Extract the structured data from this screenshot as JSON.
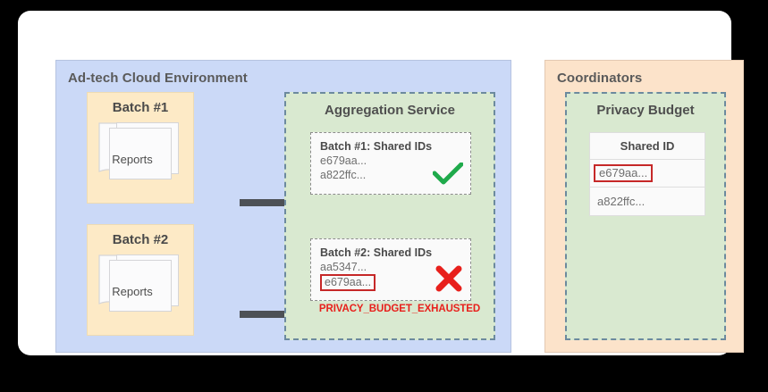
{
  "diagram": {
    "adtech_panel": {
      "title": "Ad-tech Cloud Environment",
      "fill_color": "#cbd9f7",
      "batches": [
        {
          "label": "Batch #1",
          "doc_label": "Reports"
        },
        {
          "label": "Batch #2",
          "doc_label": "Reports"
        }
      ],
      "aggregation_service": {
        "title": "Aggregation Service",
        "fill_color": "#d9e9d0",
        "cards": [
          {
            "heading": "Batch #1: Shared IDs",
            "ids": [
              {
                "text": "e679aa...",
                "flagged": false
              },
              {
                "text": "a822ffc...",
                "flagged": false
              }
            ],
            "status": "check-mark",
            "status_color": "#1faa4b"
          },
          {
            "heading": "Batch #2: Shared IDs",
            "ids": [
              {
                "text": "aa5347...",
                "flagged": false
              },
              {
                "text": "e679aa...",
                "flagged": true
              }
            ],
            "status": "cross-mark",
            "status_color": "#e8201c"
          }
        ],
        "error_message": "PRIVACY_BUDGET_EXHAUSTED",
        "error_color": "#e8201c"
      }
    },
    "coordinators_panel": {
      "title": "Coordinators",
      "fill_color": "#fce3ca",
      "privacy_budget": {
        "title": "Privacy Budget",
        "fill_color": "#d9e9d0",
        "table": {
          "header": "Shared ID",
          "rows": [
            {
              "value": "e679aa...",
              "flagged": true
            },
            {
              "value": "a822ffc...",
              "flagged": false
            }
          ]
        }
      }
    },
    "arrows": [
      {
        "name": "arrow-batch1-to-aggregation",
        "color": "#4d5156"
      },
      {
        "name": "arrow-batch2-to-aggregation",
        "color": "#4d5156"
      }
    ]
  }
}
